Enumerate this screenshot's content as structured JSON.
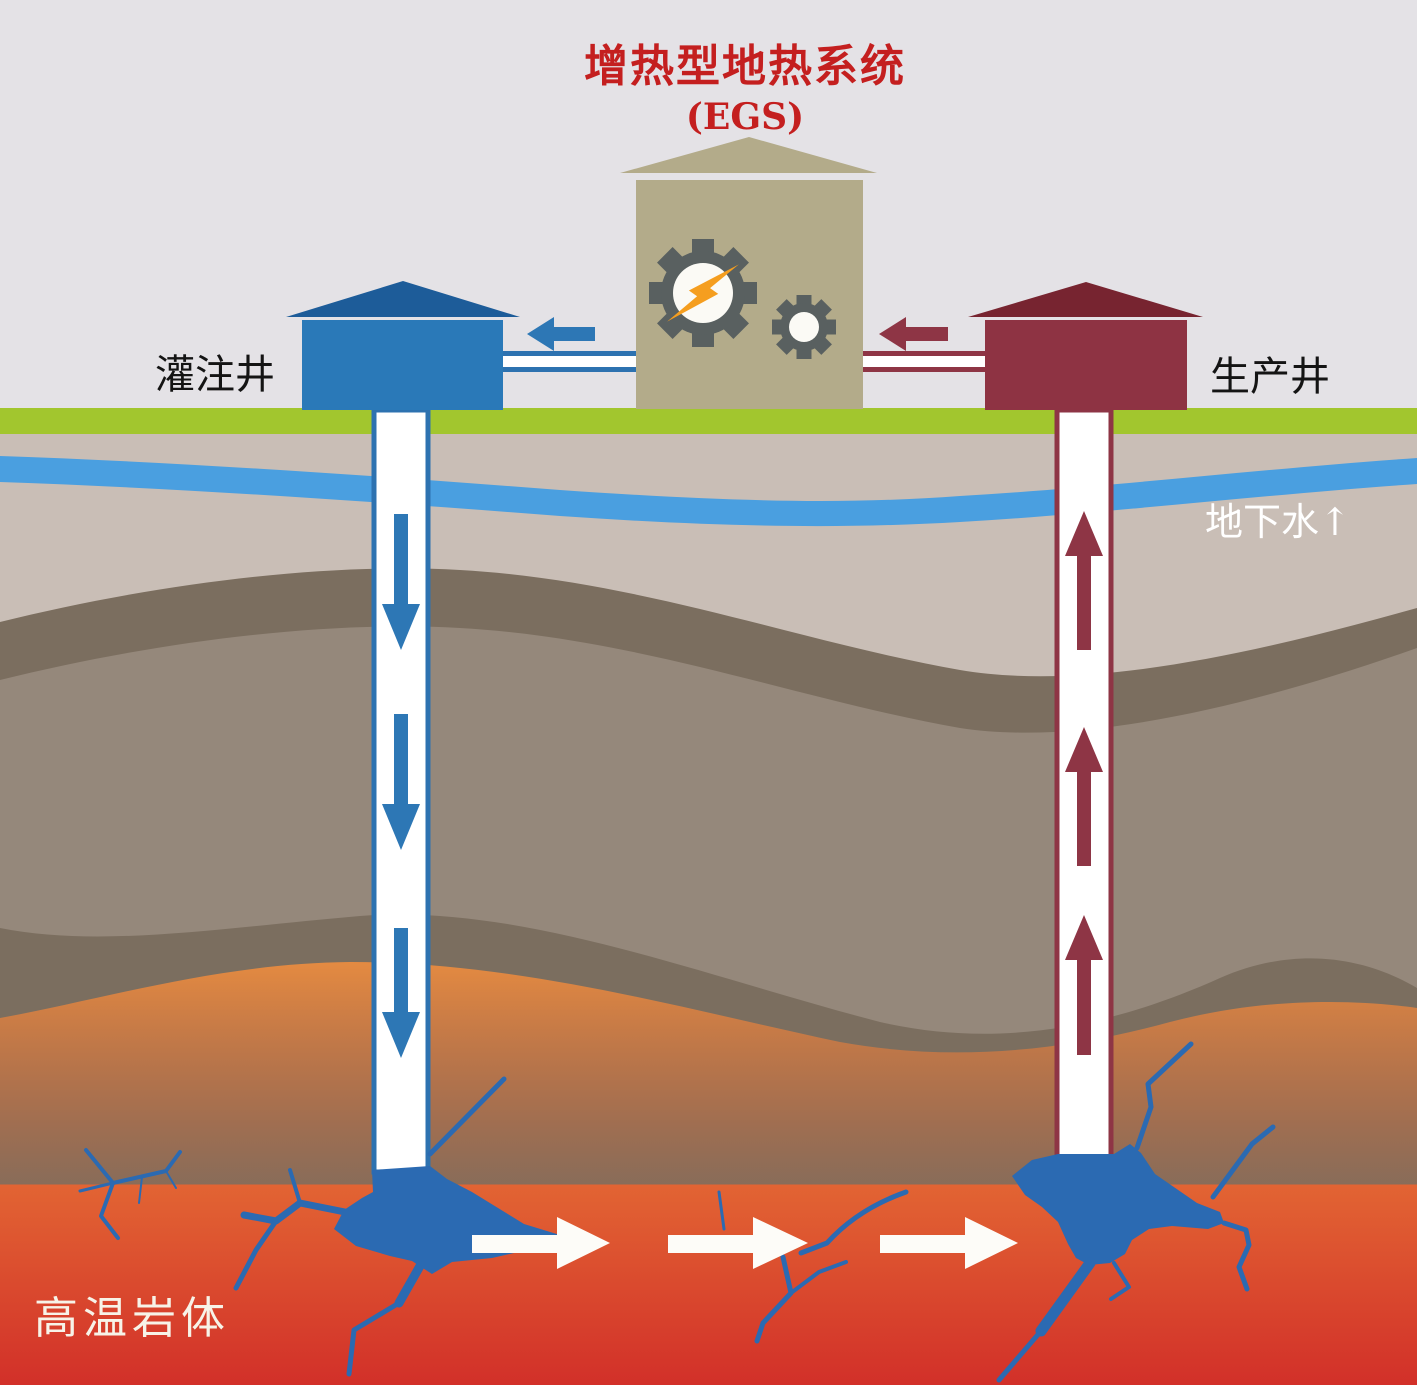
{
  "title": {
    "line1": "增热型地热系统",
    "line2": "(EGS)",
    "color": "#c41f1f"
  },
  "labels": {
    "injection_well": "灌注井",
    "production_well": "生产井",
    "groundwater": "地下水↑",
    "hot_rock": "高温岩体"
  },
  "icons": {
    "large_gear": "gear-icon",
    "small_gear": "gear-icon",
    "lightning": "lightning-bolt-icon",
    "down_arrows": "flow-down-arrow-icon",
    "up_arrows": "flow-up-arrow-icon",
    "right_arrows": "flow-right-arrow-icon"
  },
  "colors": {
    "sky": "#e4e2e6",
    "grass": "#a2c62e",
    "topsoil": "#c9beb6",
    "groundwater_blue": "#4a9fe0",
    "rock_band": "#7b6e5f",
    "subsoil": "#95887b",
    "hot_rock_top": "#ee9140",
    "hot_rock_bottom": "#d23029",
    "plant_tan": "#b3ab8a",
    "gear_gray": "#596060",
    "lightning_orange": "#f59e1f",
    "injection_blue": "#2a79b8",
    "injection_roof": "#1d5c99",
    "production_red": "#8e3343",
    "production_roof": "#772430",
    "well_border_blue": "#2d72b0",
    "well_border_red": "#8e3545",
    "fracture_blue": "#2b6ab2",
    "flow_arrow_white": "#fdfcf8"
  }
}
